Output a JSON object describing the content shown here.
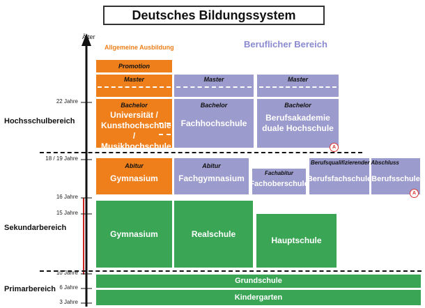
{
  "title": "Deutsches Bildungssystem",
  "axis": {
    "label": "Älter"
  },
  "headers": {
    "general": "Allgemeine Ausbildung",
    "vocational": "Beruflicher Bereich"
  },
  "sections": {
    "higher": "Hochsschulbereich",
    "secondary": "Sekundarbereich",
    "primary": "Primarbereich"
  },
  "ages": [
    "22 Jahre",
    "18 / 19 Jahre",
    "16 Jahre",
    "15 Jahre",
    "10 Jahre",
    "6 Jahre",
    "3 Jahre"
  ],
  "boxes": {
    "promotion": "Promotion",
    "master_ag": "Master",
    "bachelor_ag": "Bachelor",
    "uni": "Universität / Kunsthochschule / Musikhochschule",
    "master_fh": "Master",
    "bachelor_fh": "Bachelor",
    "fh": "Fachhochschule",
    "master_ba": "Master",
    "bachelor_ba": "Bachelor",
    "ba": "Berufsakademie duale Hochschule",
    "abitur1": "Abitur",
    "gymnasium_upper": "Gymnasium",
    "abitur2": "Abitur",
    "fachgymnasium": "Fachgymnasium",
    "fachabitur": "Fachabitur",
    "fachoberschule": "Fachoberschule",
    "berufsqual": "Berufsqualifizierender Abschluss",
    "berufsfachschule": "Berufsfachschule",
    "berufsschule": "Berufsschule",
    "gymnasium_lower": "Gymnasium",
    "realschule": "Realschule",
    "hauptschule": "Hauptschule",
    "grundschule": "Grundschule",
    "kindergarten": "Kindergarten"
  },
  "markers": {
    "a": "A"
  },
  "colors": {
    "orange": "#ee7f1a",
    "purple": "#9b9bcd",
    "green": "#3aa655",
    "axis_red": "#cc2222",
    "header_orange": "#ee7f1a",
    "header_purple": "#8a8ad0"
  }
}
